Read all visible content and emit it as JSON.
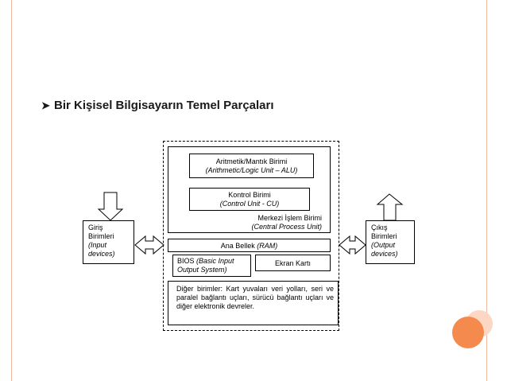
{
  "slide": {
    "heading": "Bir Kişisel Bilgisayarın Temel Parçaları",
    "bullet_icon": "arrow-bullet-icon"
  },
  "diagram": {
    "alu": {
      "line1": "Aritmetik/Mantık Birimi",
      "line2": "(Arithmetic/Logic Unit – ALU)"
    },
    "cu": {
      "line1": "Kontrol Birimi",
      "line2": "(Control Unit - CU)"
    },
    "cpu": {
      "line1": "Merkezi İşlem Birimi",
      "line2": "(Central Process Unit)"
    },
    "ram": {
      "main": "Ana Bellek ",
      "italic": "(RAM)"
    },
    "bios": {
      "main": "BIOS ",
      "italic1": "(Basic Input",
      "italic2": "Output System)"
    },
    "gpu": {
      "label": "Ekran Kartı"
    },
    "other": {
      "text": "Diğer birimler: Kart yuvaları veri yolları, seri ve paralel bağlantı uçları, sürücü bağlantı uçları ve diğer elektronik devreler."
    },
    "input": {
      "line1": "Giriş",
      "line2": "Birimleri",
      "line3": "(Input",
      "line4": "devices)"
    },
    "output": {
      "line1": "Çıkış",
      "line2": "Birimleri",
      "line3": "(Output",
      "line4": "devices)"
    }
  },
  "colors": {
    "accent": "#f58a4f",
    "frame": "#f2b8a2",
    "circle_light": "#fbd7c4"
  }
}
